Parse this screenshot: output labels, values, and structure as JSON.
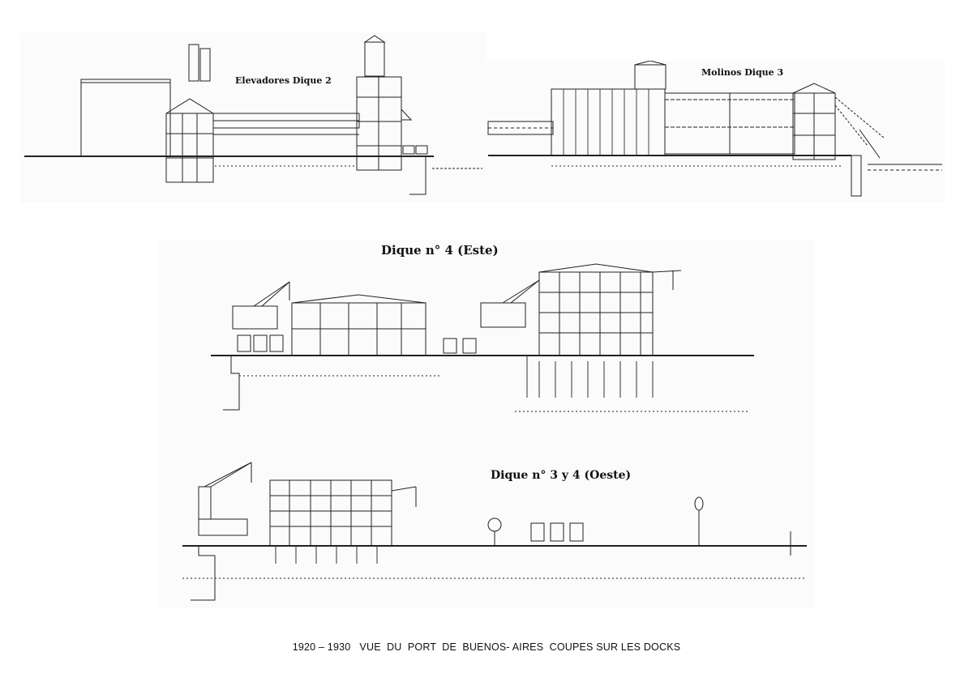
{
  "drawings": {
    "elevadores": {
      "title": "Elevadores Dique 2"
    },
    "molinos": {
      "title": "Molinos Dique 3"
    },
    "dique4": {
      "title": "Dique n° 4 (Este)"
    },
    "dique34": {
      "title": "Dique n° 3 y 4 (Oeste)"
    }
  },
  "caption": "1920 – 1930   VUE  DU  PORT  DE  BUENOS- AIRES  COUPES SUR LES DOCKS"
}
